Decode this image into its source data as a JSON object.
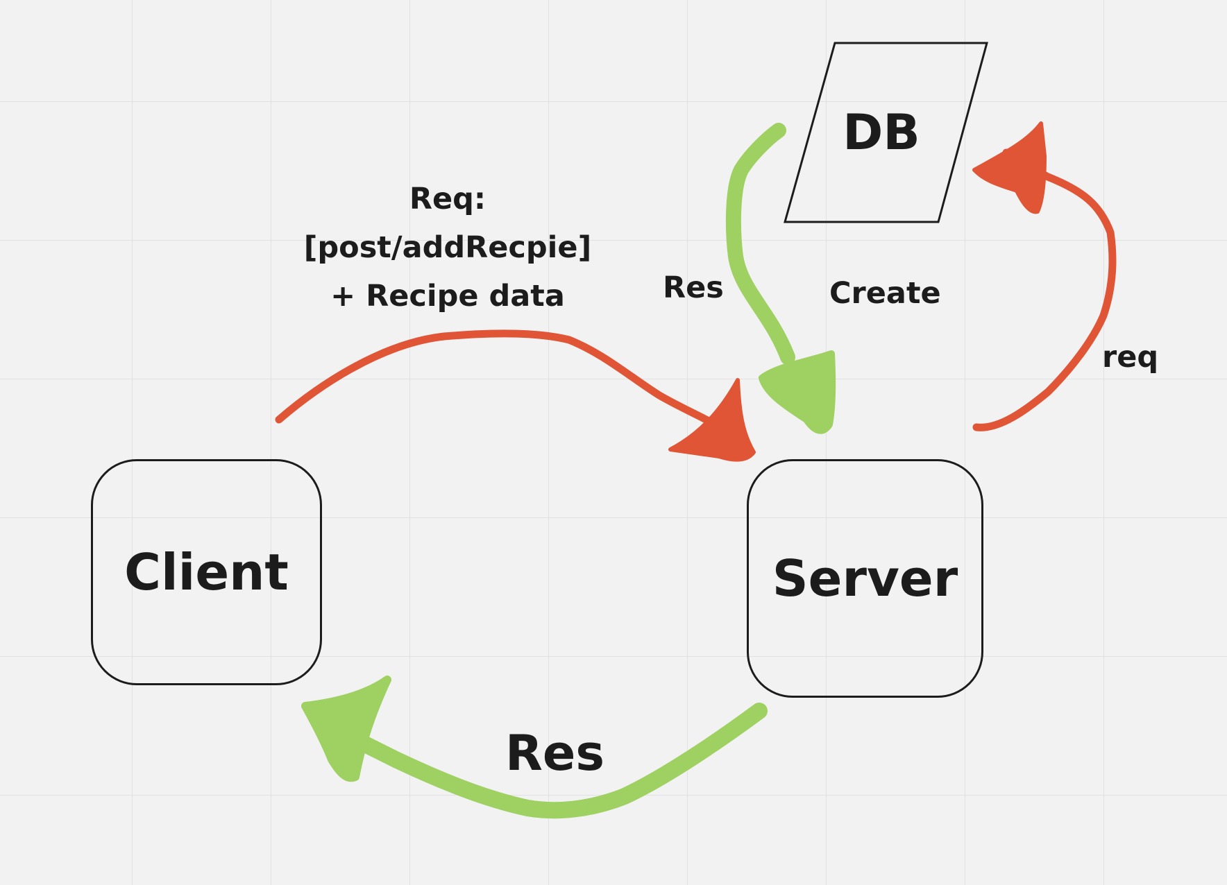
{
  "nodes": {
    "client": "Client",
    "server": "Server",
    "db": "DB"
  },
  "labels": {
    "req_line1": "Req:",
    "req_line2": "[post/addRecpie]",
    "req_line3": "+ Recipe data",
    "res_top": "Res",
    "create": "Create",
    "req_small": "req",
    "res_bottom": "Res"
  },
  "colors": {
    "request_arrow": "#e05536",
    "response_arrow": "#9fd062",
    "outline": "#1c1c1c",
    "background": "#f2f2f2"
  }
}
